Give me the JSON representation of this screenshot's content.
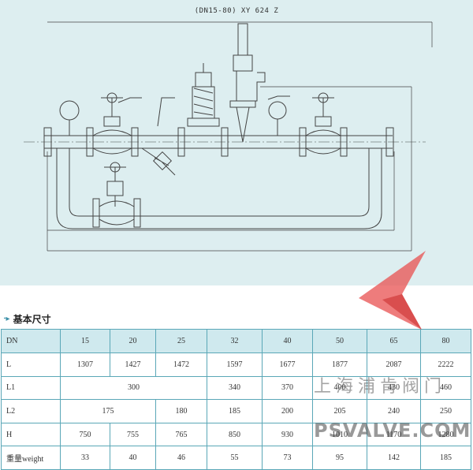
{
  "drawing": {
    "caption": "(DN15-80) XY 624 Z"
  },
  "section": {
    "title": "基本尺寸"
  },
  "table": {
    "header": {
      "label": "DN",
      "values": [
        "15",
        "20",
        "25",
        "32",
        "40",
        "50",
        "65",
        "80"
      ]
    },
    "rows": [
      {
        "label": "L",
        "cells": [
          {
            "text": "1307",
            "span": 1
          },
          {
            "text": "1427",
            "span": 1
          },
          {
            "text": "1472",
            "span": 1
          },
          {
            "text": "1597",
            "span": 1
          },
          {
            "text": "1677",
            "span": 1
          },
          {
            "text": "1877",
            "span": 1
          },
          {
            "text": "2087",
            "span": 1
          },
          {
            "text": "2222",
            "span": 1
          }
        ]
      },
      {
        "label": "L1",
        "cells": [
          {
            "text": "300",
            "span": 3
          },
          {
            "text": "340",
            "span": 1
          },
          {
            "text": "370",
            "span": 1
          },
          {
            "text": "400",
            "span": 1
          },
          {
            "text": "430",
            "span": 1
          },
          {
            "text": "460",
            "span": 1
          }
        ]
      },
      {
        "label": "L2",
        "cells": [
          {
            "text": "175",
            "span": 2
          },
          {
            "text": "180",
            "span": 1
          },
          {
            "text": "185",
            "span": 1
          },
          {
            "text": "200",
            "span": 1
          },
          {
            "text": "205",
            "span": 1
          },
          {
            "text": "240",
            "span": 1
          },
          {
            "text": "250",
            "span": 1
          }
        ]
      },
      {
        "label": "H",
        "cells": [
          {
            "text": "750",
            "span": 1
          },
          {
            "text": "755",
            "span": 1
          },
          {
            "text": "765",
            "span": 1
          },
          {
            "text": "850",
            "span": 1
          },
          {
            "text": "930",
            "span": 1
          },
          {
            "text": "1010",
            "span": 1
          },
          {
            "text": "1170",
            "span": 1
          },
          {
            "text": "1280",
            "span": 1
          }
        ]
      },
      {
        "label": "重量weight",
        "cells": [
          {
            "text": "33",
            "span": 1
          },
          {
            "text": "40",
            "span": 1
          },
          {
            "text": "46",
            "span": 1
          },
          {
            "text": "55",
            "span": 1
          },
          {
            "text": "73",
            "span": 1
          },
          {
            "text": "95",
            "span": 1
          },
          {
            "text": "142",
            "span": 1
          },
          {
            "text": "185",
            "span": 1
          }
        ]
      }
    ]
  },
  "watermark": {
    "cn": "上海浦肯阀门",
    "en": "PSVALVE.COM"
  }
}
